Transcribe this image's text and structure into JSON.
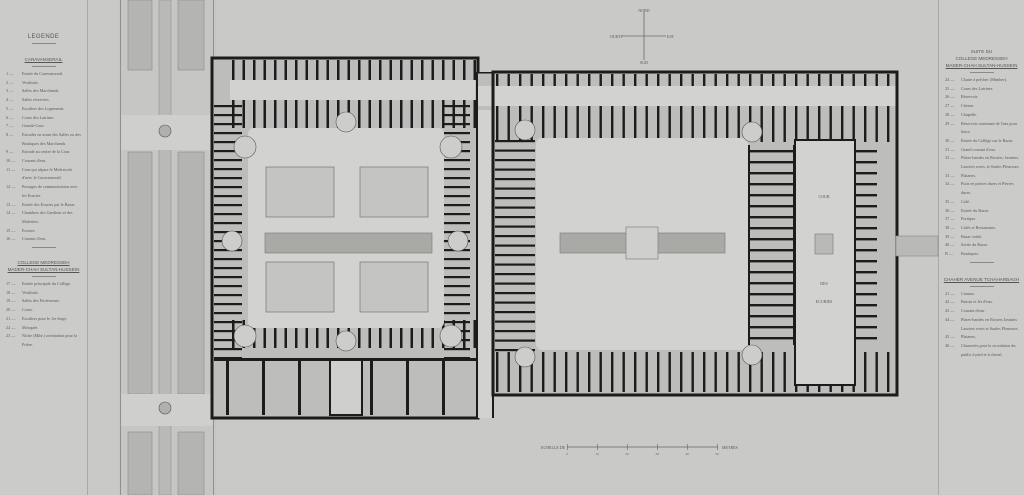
{
  "left_legend": {
    "title": "LEGENDE",
    "section1": "CARAVANSERAIL",
    "items1": [
      {
        "n": "1 —",
        "t": "Entrée du Caravanserail."
      },
      {
        "n": "2 —",
        "t": "Vestibule."
      },
      {
        "n": "3 —",
        "t": "Salles des Marchands."
      },
      {
        "n": "4 —",
        "t": "Salles réservées."
      },
      {
        "n": "5 —",
        "t": "Escaliers des Logements."
      },
      {
        "n": "6 —",
        "t": "Cours des Latrines."
      },
      {
        "n": "7 —",
        "t": "Grande Cour."
      },
      {
        "n": "8 —",
        "t": "Estrades en avant des Salles ou des Boutiques des Marchands."
      },
      {
        "n": "9 —",
        "t": "Estrade au centre de la Cour."
      },
      {
        "n": "10 —",
        "t": "Courant d'eau."
      },
      {
        "n": "11 —",
        "t": "Cour qui sépare le Medresseh d'avec le Caravanserail."
      },
      {
        "n": "12 —",
        "t": "Passages de communication avec les Ecuries."
      },
      {
        "n": "13 —",
        "t": "Entrée des Ecuries par le Bazar."
      },
      {
        "n": "14 —",
        "t": "Chambres des Gardiens et des Muletiers."
      },
      {
        "n": "15 —",
        "t": "Ecuries."
      },
      {
        "n": "16 —",
        "t": "Courant d'eau."
      }
    ],
    "section2": "COLLEGE MEDRESSEH",
    "section2_sub": "MADER-CHAH SULTAN-HUSSEIN",
    "items2": [
      {
        "n": "17 —",
        "t": "Entrée principale du Collège."
      },
      {
        "n": "18 —",
        "t": "Vestibule."
      },
      {
        "n": "19 —",
        "t": "Salles des Professeurs."
      },
      {
        "n": "20 —",
        "t": "Cours."
      },
      {
        "n": "21 —",
        "t": "Escaliers pour le 1er étage."
      },
      {
        "n": "22 —",
        "t": "Mosquée."
      },
      {
        "n": "23 —",
        "t": "Niche (Mihr.) orientation pour la Prière."
      }
    ]
  },
  "right_legend": {
    "title1": "SUITE DU",
    "title2": "COLLEGE MEDRESSEH",
    "title3": "MADER-CHAH SULTAN-HUSSEIN",
    "items1": [
      {
        "n": "24 —",
        "t": "Chaire à prêcher (Mimber)."
      },
      {
        "n": "25 —",
        "t": "Cours des Latrines."
      },
      {
        "n": "26 —",
        "t": "Réservoir."
      },
      {
        "n": "27 —",
        "t": "Citerne."
      },
      {
        "n": "28 —",
        "t": "Chapelle."
      },
      {
        "n": "29 —",
        "t": "Réservoir contenant de l'eau pour boire."
      },
      {
        "n": "30 —",
        "t": "Entrée du Collège sur le Bazar."
      },
      {
        "n": "31 —",
        "t": "Grand courant d'eau."
      },
      {
        "n": "32 —",
        "t": "Plates-bandes en Rosiers, Jasmins, Lauriers roses, et Saules Pleureurs."
      },
      {
        "n": "33 —",
        "t": "Platanes."
      },
      {
        "n": "34 —",
        "t": "Puits en pierres dures et Pierres dures."
      },
      {
        "n": "35 —",
        "t": "Café."
      },
      {
        "n": "36 —",
        "t": "Entrée du Bazar."
      },
      {
        "n": "37 —",
        "t": "Portique."
      },
      {
        "n": "38 —",
        "t": "Cafés et Restaurants."
      },
      {
        "n": "39 —",
        "t": "Bazar voûté."
      },
      {
        "n": "40 —",
        "t": "Sortie du Bazar."
      },
      {
        "n": "B —",
        "t": "Boutiques."
      }
    ],
    "section2": "CHAHER AVENUE TCHAHARBAGH",
    "items2": [
      {
        "n": "41 —",
        "t": "Canaux."
      },
      {
        "n": "42 —",
        "t": "Bassin et Jet d'eau."
      },
      {
        "n": "43 —",
        "t": "Courant d'eau."
      },
      {
        "n": "44 —",
        "t": "Plates-bandes en Rosiers Jasmins Lauriers roses et Saules Pleureurs."
      },
      {
        "n": "45 —",
        "t": "Platanes."
      },
      {
        "n": "46 —",
        "t": "Chaussées pour la circulation du public à pied et à cheval."
      }
    ]
  },
  "compass": {
    "north": "NORD",
    "south": "SUD",
    "east": "EST",
    "west": "OUEST"
  },
  "scale": {
    "label": "ECHELLE DE",
    "unit": "METRES",
    "ticks": [
      "0",
      "10",
      "20",
      "30",
      "40",
      "50"
    ]
  },
  "plan_labels": {
    "stables_1": "COUR",
    "stables_2": "DES",
    "stables_3": "ECURIES"
  },
  "colors": {
    "paper": "#c9c9c7",
    "wall": "#1c1c1c",
    "floor": "#bdbdbb",
    "court": "#d2d2d0",
    "water": "#a9a9a6"
  }
}
